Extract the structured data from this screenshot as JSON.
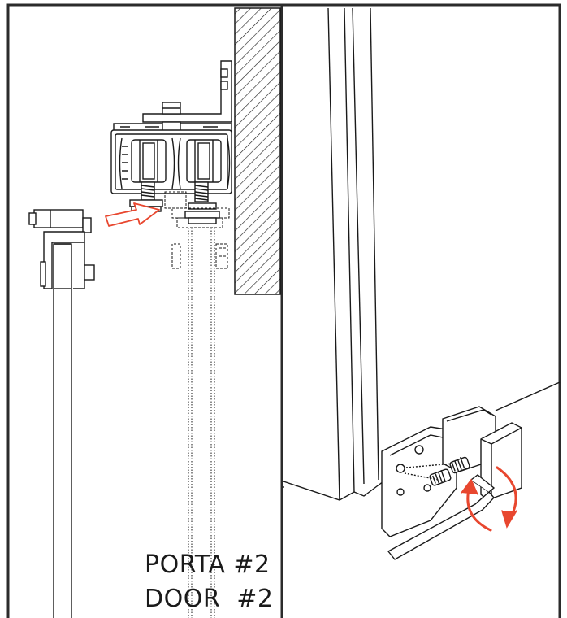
{
  "labels": {
    "line1": "PORTA #2",
    "line2": "DOOR  #2"
  },
  "colors": {
    "ink": "#1a1a1a",
    "accent": "#e8472f",
    "frame": "#2b2b2b"
  },
  "panels": [
    {
      "id": "left",
      "content": "roller-carriage-installation"
    },
    {
      "id": "right",
      "content": "bottom-guide-adjustment"
    }
  ],
  "icons": [
    "insert-arrow-icon",
    "rotate-arrows-icon",
    "hex-key-icon"
  ]
}
